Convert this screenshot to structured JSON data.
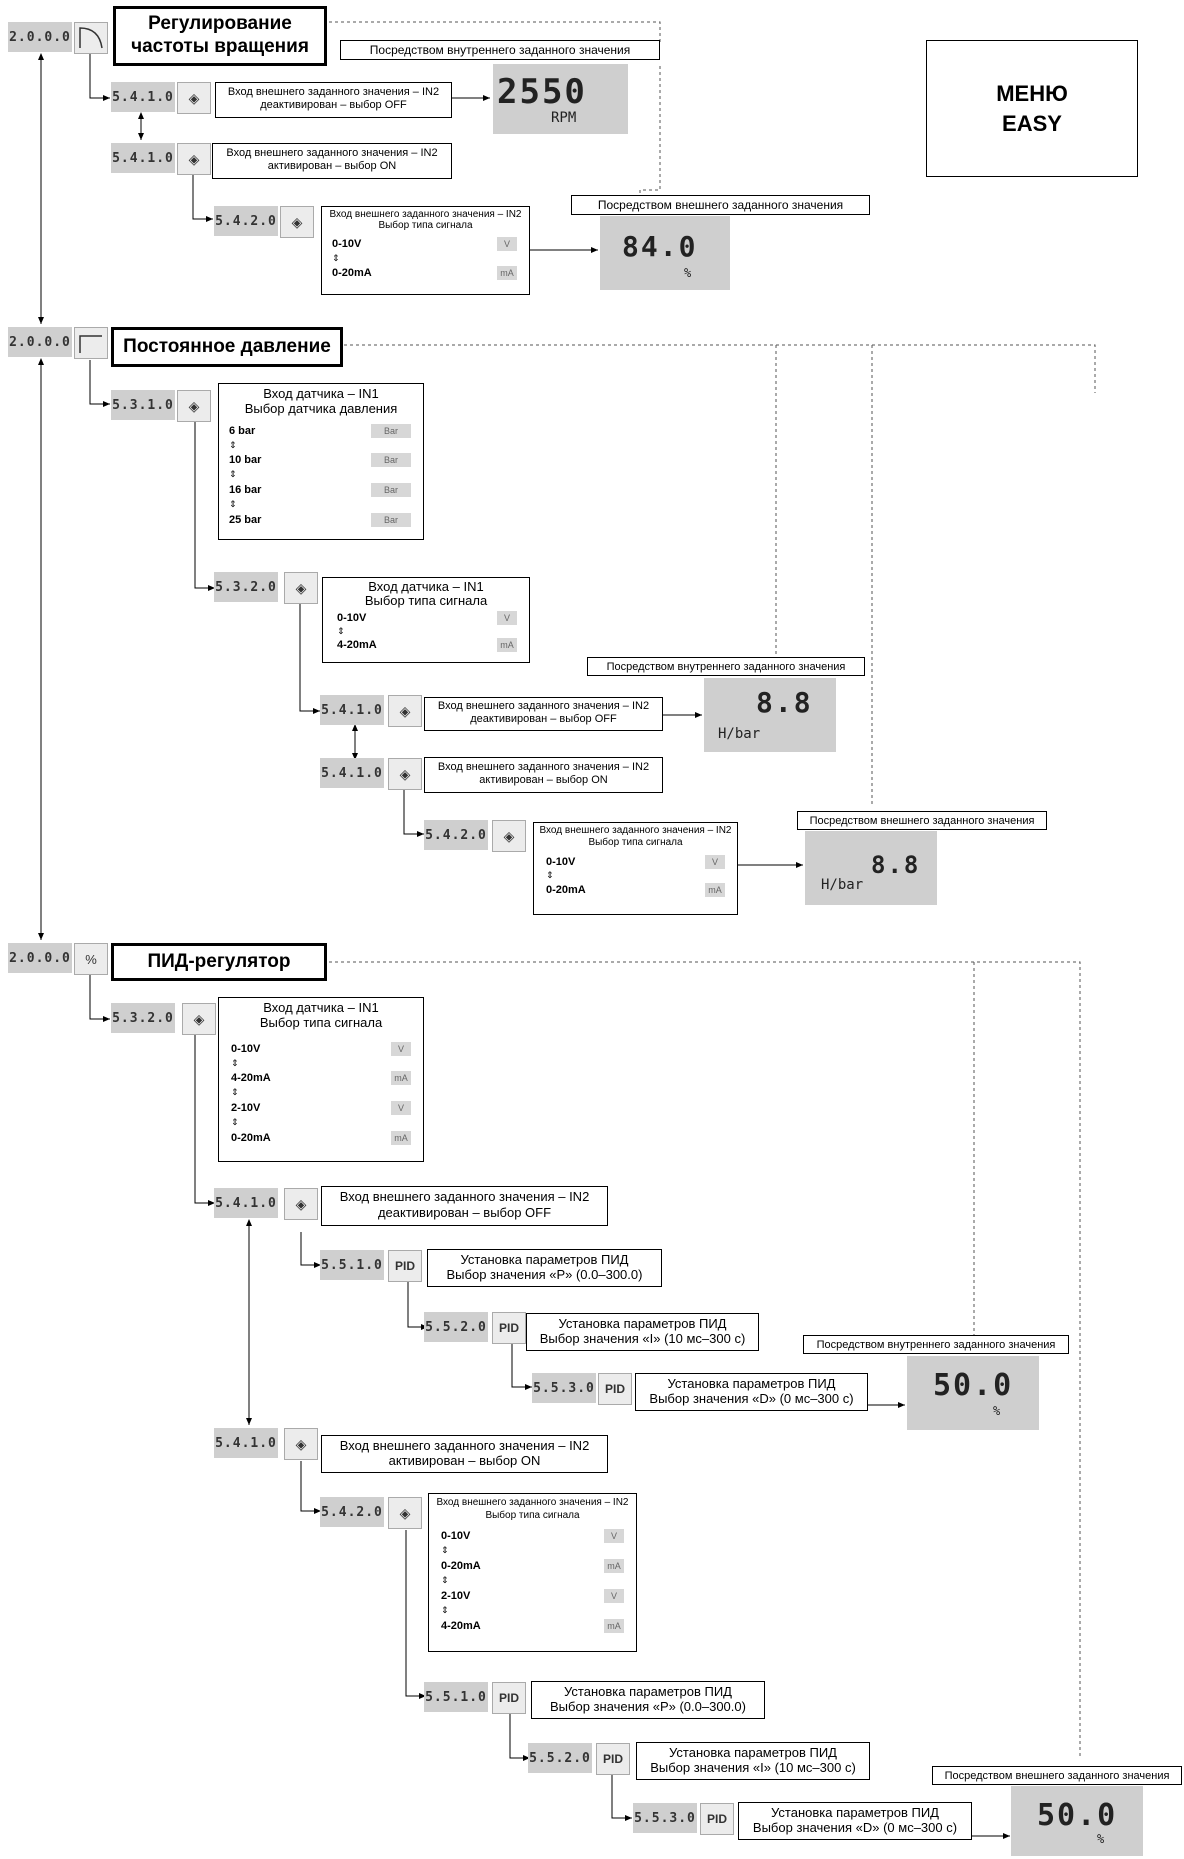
{
  "menu": {
    "line1": "МЕНЮ",
    "line2": "EASY"
  },
  "codes": {
    "c2000": "2.0.0.0",
    "c5410": "5.4.1.0",
    "c5420": "5.4.2.0",
    "c5310": "5.3.1.0",
    "c5320": "5.3.2.0",
    "c5510": "5.5.1.0",
    "c5520": "5.5.2.0",
    "c5530": "5.5.3.0"
  },
  "sections": {
    "speed": {
      "title_l1": "Регулирование",
      "title_l2": "частоты вращения"
    },
    "pressure": {
      "title": "Постоянное давление"
    },
    "pid": {
      "title": "ПИД-регулятор"
    }
  },
  "notes": {
    "internal": "Посредством внутреннего заданного значения",
    "external": "Посредством внешнего заданного значения"
  },
  "texts": {
    "in2_off_l1": "Вход внешнего заданного значения – IN2",
    "in2_off_l2": "деактивирован – выбор OFF",
    "in2_on_l1": "Вход внешнего заданного значения – IN2",
    "in2_on_l2": "активирован – выбор ON",
    "in2_type_l1": "Вход внешнего заданного значения – IN2",
    "in2_type_l2": "Выбор типа сигнала",
    "in1_l1": "Вход датчика – IN1",
    "in1_press_l2": "Выбор датчика давления",
    "in1_type_l2": "Выбор типа сигнала",
    "pid_hdr": "Установка параметров ПИД",
    "pid_p": "Выбор значения «P» (0.0–300.0)",
    "pid_i": "Выбор значения «I» (10 мс–300 с)",
    "pid_d": "Выбор значения «D» (0 мс–300 с)"
  },
  "signals": {
    "v010": "0-10V",
    "ma020": "0-20mA",
    "ma420": "4-20mA",
    "v210": "2-10V",
    "b6": "6 bar",
    "b10": "10 bar",
    "b16": "16 bar",
    "b25": "25 bar",
    "unit_v": "V",
    "unit_ma": "mA",
    "unit_bar": "Bar",
    "updown": "⇕"
  },
  "displays": {
    "rpm_value": "2550",
    "rpm_unit": "RPM",
    "pct_value": "84.0",
    "pct_unit": "%",
    "hbar_value": "8.8",
    "hbar_unit": "H/bar",
    "pid_value": "50.0",
    "pid_unit": "%"
  },
  "colors": {
    "code_bg": "#cfcfcf",
    "display_bg": "#cfcfcf"
  }
}
